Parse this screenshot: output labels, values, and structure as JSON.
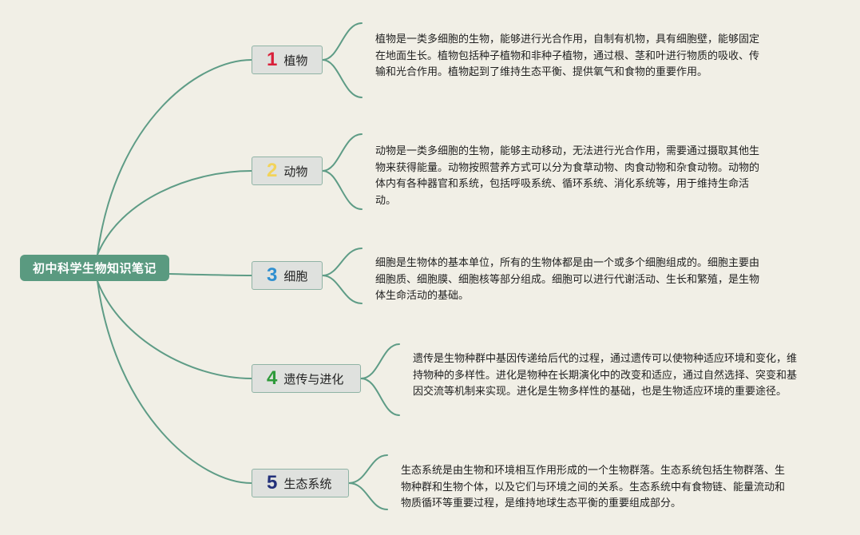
{
  "root": {
    "title": "初中科学生物知识笔记"
  },
  "topics": [
    {
      "number": "1",
      "number_color": "#d9203a",
      "label": "植物",
      "text": "植物是一类多细胞的生物，能够进行光合作用，自制有机物，具有细胞壁，能够固定在地面生长。植物包括种子植物和非种子植物，通过根、茎和叶进行物质的吸收、传输和光合作用。植物起到了维持生态平衡、提供氧气和食物的重要作用。"
    },
    {
      "number": "2",
      "number_color": "#f2d35a",
      "label": "动物",
      "text": "动物是一类多细胞的生物，能够主动移动，无法进行光合作用，需要通过摄取其他生物来获得能量。动物按照营养方式可以分为食草动物、肉食动物和杂食动物。动物的体内有各种器官和系统，包括呼吸系统、循环系统、消化系统等，用于维持生命活动。"
    },
    {
      "number": "3",
      "number_color": "#2f8fd0",
      "label": "细胞",
      "text": "细胞是生物体的基本单位，所有的生物体都是由一个或多个细胞组成的。细胞主要由细胞质、细胞膜、细胞核等部分组成。细胞可以进行代谢活动、生长和繁殖，是生物体生命活动的基础。"
    },
    {
      "number": "4",
      "number_color": "#2e9a3a",
      "label": "遗传与进化",
      "text": "遗传是生物种群中基因传递给后代的过程，通过遗传可以使物种适应环境和变化，维持物种的多样性。进化是物种在长期演化中的改变和适应，通过自然选择、突变和基因交流等机制来实现。进化是生物多样性的基础，也是生物适应环境的重要途径。"
    },
    {
      "number": "5",
      "number_color": "#22307a",
      "label": "生态系统",
      "text": "生态系统是由生物和环境相互作用形成的一个生物群落。生态系统包括生物群落、生物种群和生物个体，以及它们与环境之间的关系。生态系统中有食物链、能量流动和物质循环等重要过程，是维持地球生态平衡的重要组成部分。"
    }
  ],
  "colors": {
    "background": "#f1efe6",
    "branch": "#5e9c86",
    "root_fill": "#5a9a80",
    "topic_fill": "#dfe1de",
    "topic_border": "#8fb3a5"
  }
}
